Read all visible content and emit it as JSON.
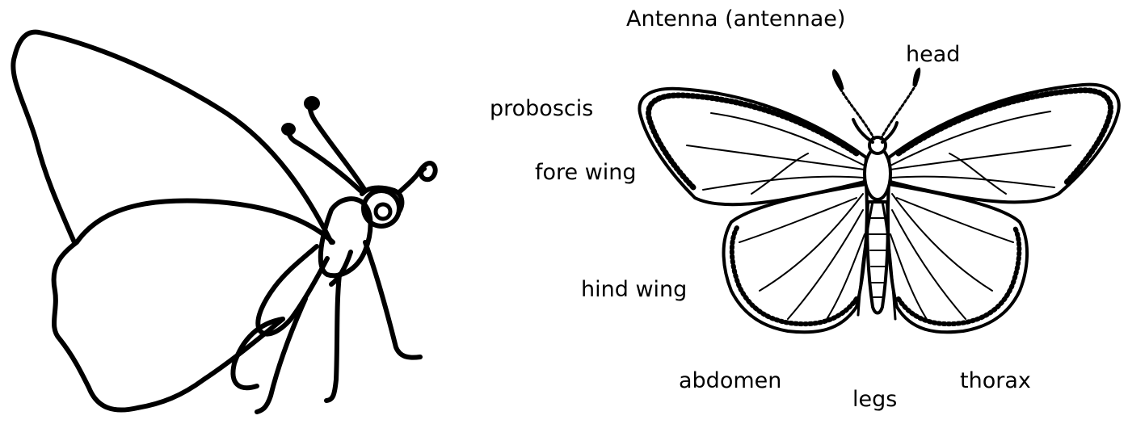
{
  "labels": {
    "antenna": "Antenna (antennae)",
    "head": "head",
    "proboscis": "proboscis",
    "fore_wing": "fore wing",
    "hind_wing": "hind wing",
    "abdomen": "abdomen",
    "legs": "legs",
    "thorax": "thorax"
  },
  "colors": {
    "ink": "#000000",
    "background": "#ffffff"
  }
}
